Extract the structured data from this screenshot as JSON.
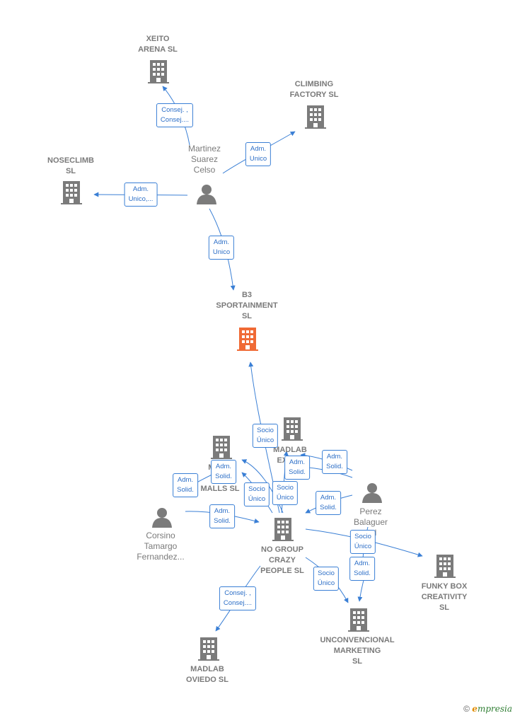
{
  "colors": {
    "company": "#7b7b7b",
    "main_company": "#f06a35",
    "person": "#7b7b7b",
    "edge": "#3a7fd5",
    "role_text": "#2d6fc7"
  },
  "nodes": {
    "xeito": {
      "label": "XEITO\nARENA  SL",
      "icon": "building-icon"
    },
    "climbing": {
      "label": "CLIMBING\nFACTORY  SL",
      "icon": "building-icon"
    },
    "noseclimb": {
      "label": "NOSECLIMB\nSL",
      "icon": "building-icon"
    },
    "martinez": {
      "label": "Martinez\nSuarez\nCelso",
      "icon": "person-icon"
    },
    "b3": {
      "label": "B3\nSPORTAINMENT\nSL",
      "icon": "building-icon"
    },
    "madlab_exp": {
      "label": "MADLAB\nEXP...E",
      "icon": "building-icon"
    },
    "madlab_malls": {
      "label": "MA...E\nBR...\nMALLS  SL",
      "icon": "building-icon"
    },
    "perez": {
      "label": "Perez\nBalaguer\n...d",
      "icon": "person-icon"
    },
    "corsino": {
      "label": "Corsino\nTamargo\nFernandez...",
      "icon": "person-icon"
    },
    "nogroup": {
      "label": "NO GROUP\nCRAZY\nPEOPLE  SL",
      "icon": "building-icon"
    },
    "funkybox": {
      "label": "FUNKY BOX\nCREATIVITY\nSL",
      "icon": "building-icon"
    },
    "unconvencional": {
      "label": "UNCONVENCIONAL\nMARKETING\nSL",
      "icon": "building-icon"
    },
    "madlab_oviedo": {
      "label": "MADLAB\nOVIEDO  SL",
      "icon": "building-icon"
    }
  },
  "roles": [
    "Consej. ,\nConsej....",
    "Adm.\nUnico",
    "Adm.\nUnico,...",
    "Adm.\nUnico",
    "Socio\nÚnico",
    "Adm.\nSolid.",
    "Adm.\nSolid.",
    "Adm.\nSolid.",
    "Adm.\nSolid.",
    "Socio\nÚnico",
    "Socio\nÚnico",
    "Adm.\nSolid.",
    "Adm.\nSolid.",
    "Socio\nÚnico",
    "Adm.\nSolid.",
    "Socio\nÚnico",
    "Consej. ,\nConsej...."
  ],
  "copyright": {
    "symbol": "©",
    "brand_initial": "e",
    "brand_rest": "mpresia"
  }
}
